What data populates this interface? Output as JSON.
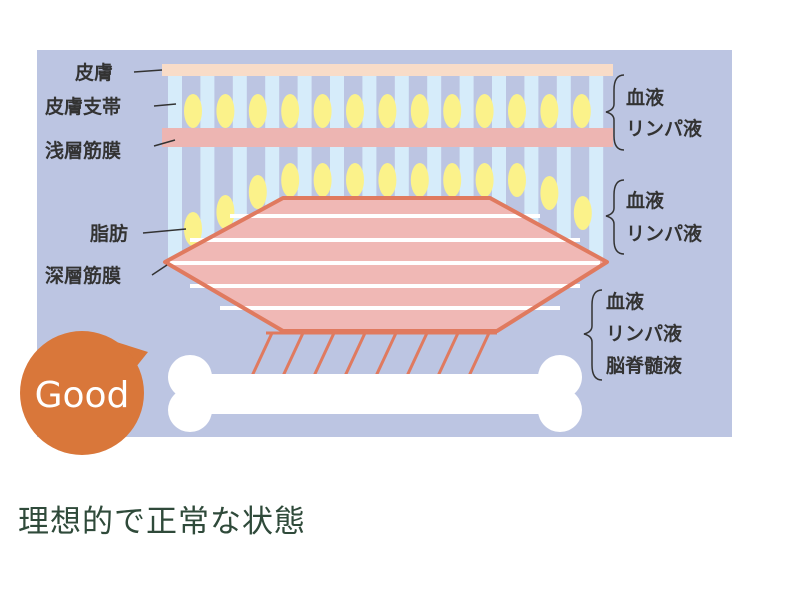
{
  "labels_left": {
    "skin": "皮膚",
    "skin_ligament": "皮膚支帯",
    "superficial_fascia": "浅層筋膜",
    "fat": "脂肪",
    "deep_fascia": "深層筋膜"
  },
  "labels_right": {
    "group1": [
      "血液",
      "リンパ液"
    ],
    "group2": [
      "血液",
      "リンパ液"
    ],
    "group3": [
      "血液",
      "リンパ液",
      "脳脊髄液"
    ]
  },
  "badge": "Good",
  "caption": "理想的で正常な状態",
  "colors": {
    "background": "#bcc5e2",
    "skin": "#f8dcc8",
    "fascia": "#edb5b2",
    "stripe": "#d6ecfa",
    "fat": "#fbf28a",
    "muscle_outline": "#e07a5f",
    "badge": "#d9773a"
  }
}
